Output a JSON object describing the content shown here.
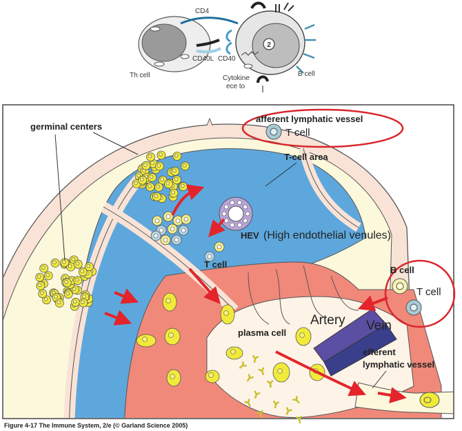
{
  "top_figure": {
    "cd4": "CD4",
    "cd40l": "CD40L",
    "cd40": "CD40",
    "th_cell": "Th cell",
    "b_cell": "B cell",
    "cytokine_line1": "Cytokine",
    "cytokine_line2": "ece to",
    "step_number": "2"
  },
  "node_figure": {
    "germinal_centers": "germinal centers",
    "afferent_vessel": "afferent lymphatic vessel",
    "t_cell_top": "T cell",
    "t_cell_area": "T-cell area",
    "hev": "HEV",
    "hev_full": "(High endothelial venules)",
    "t_cell_mid": "T cell",
    "b_cell_right": "B cell",
    "t_cell_right": "T cell",
    "artery": "Artery",
    "vein": "Vein",
    "plasma_cell": "plasma cell",
    "efferent_line1": "efferent",
    "efferent_line2": "lymphatic vessel",
    "caption": "Figure 4-17 The Immune System, 2/e (© Garland Science 2005)"
  },
  "colors": {
    "capsule": "#f9e3d6",
    "cortex": "#fbf8dc",
    "t_area": "#5ea7dc",
    "medulla": "#f0897a",
    "germinal": "#f1ea3a",
    "arrow": "#e4242b",
    "highlight": "#d9262c",
    "artery": "#5a4fa3",
    "vein": "#3a3f8c"
  }
}
